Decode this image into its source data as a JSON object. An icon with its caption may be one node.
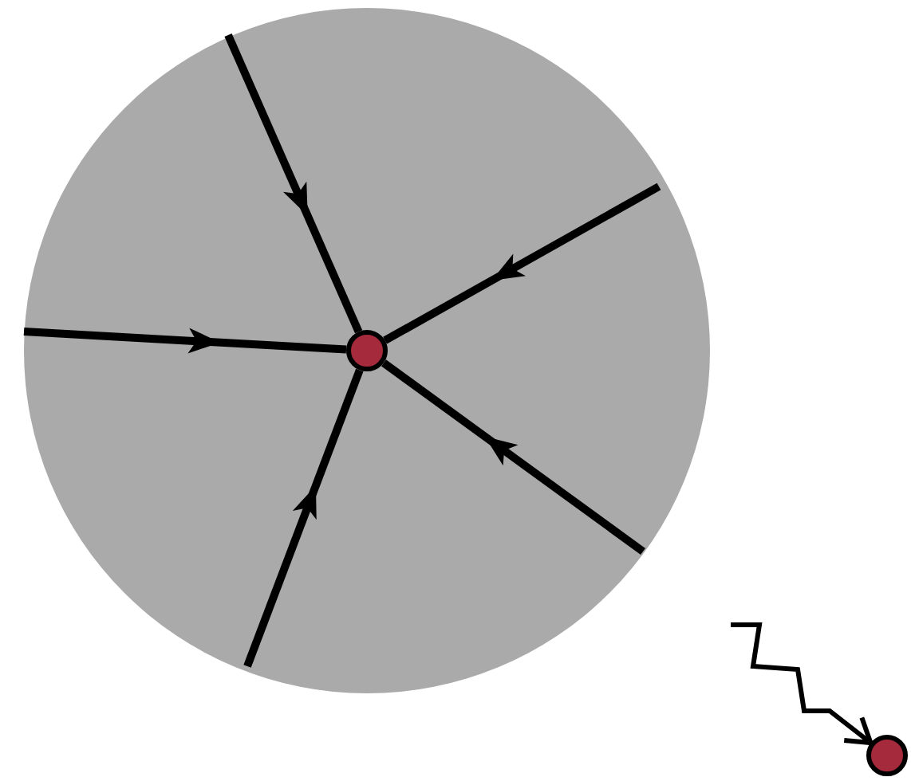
{
  "diagram": {
    "nodes": [
      {
        "text": [],
        "shape": "circle"
      },
      {
        "text": [],
        "shape": "circle",
        "in": 0
      },
      {
        "text": [],
        "shape": "circle"
      }
    ],
    "edges": [
      {
        "from": null,
        "to": 1,
        "arrow": "to"
      },
      {
        "from": null,
        "to": 1,
        "arrow": "to"
      },
      {
        "from": null,
        "to": 1,
        "arrow": "to"
      },
      {
        "from": null,
        "to": 1,
        "arrow": "to"
      },
      {
        "from": null,
        "to": 1,
        "arrow": "to"
      },
      {
        "from": null,
        "to": 2,
        "arrow": "to"
      }
    ]
  }
}
